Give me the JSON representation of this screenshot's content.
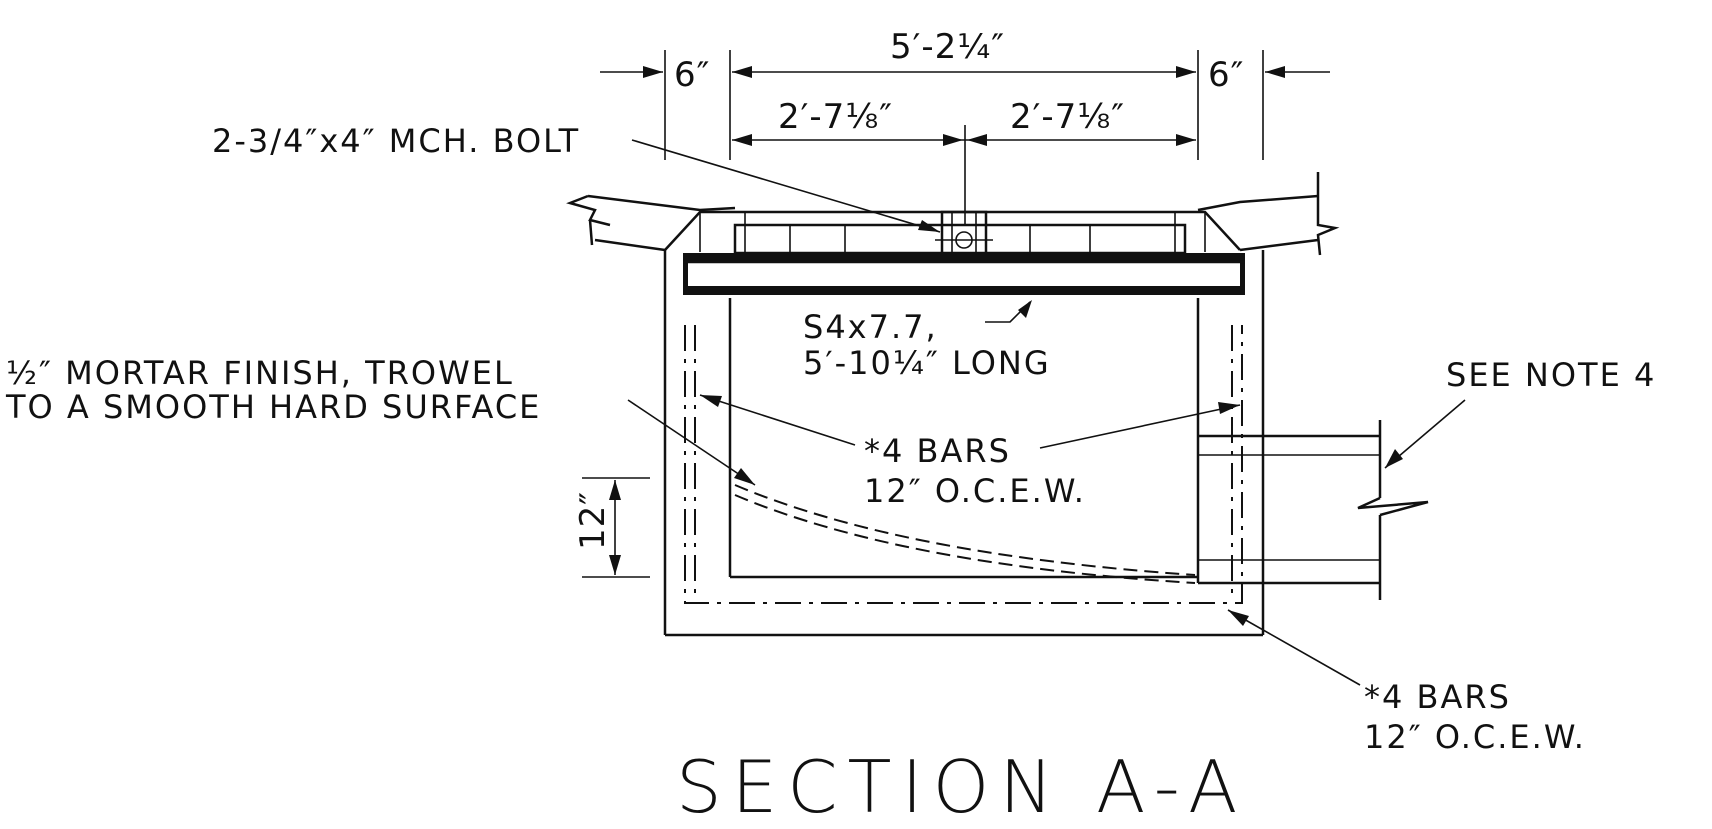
{
  "title": "SECTION A-A",
  "dimensions": {
    "overall_width": "5′-2¼″",
    "left_wall": "6″",
    "right_wall": "6″",
    "left_half": "2′-7⅛″",
    "right_half": "2′-7⅛″",
    "vertical_12": "12″"
  },
  "callouts": {
    "bolt": "2-3/4″x4″ MCH. BOLT",
    "beam_line1": "S4x7.7,",
    "beam_line2": "5′-10¼″ LONG",
    "mortar_line1": "½″ MORTAR FINISH, TROWEL",
    "mortar_line2": "TO A SMOOTH HARD SURFACE",
    "bars_mid_line1": "*4 BARS",
    "bars_mid_line2": "12″ O.C.E.W.",
    "bars_bottom_line1": "*4 BARS",
    "bars_bottom_line2": "12″ O.C.E.W.",
    "see_note": "SEE NOTE 4"
  }
}
